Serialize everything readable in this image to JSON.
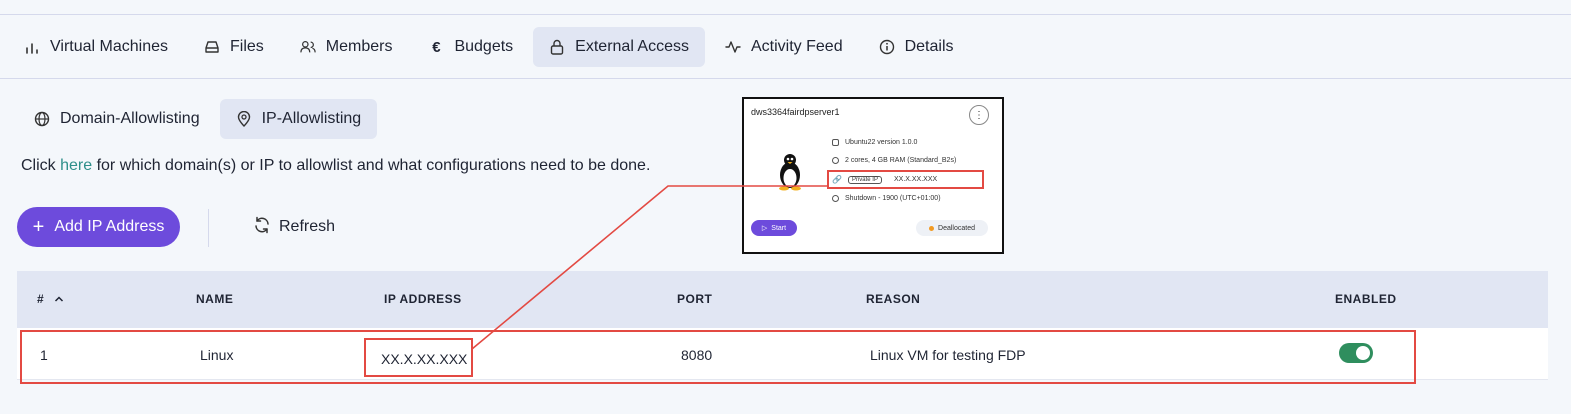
{
  "tabs": [
    {
      "label": "Virtual Machines",
      "icon": "bar-chart-icon",
      "active": false
    },
    {
      "label": "Files",
      "icon": "drive-icon",
      "active": false
    },
    {
      "label": "Members",
      "icon": "users-icon",
      "active": false
    },
    {
      "label": "Budgets",
      "icon": "euro-icon",
      "active": false
    },
    {
      "label": "External Access",
      "icon": "lock-icon",
      "active": true
    },
    {
      "label": "Activity Feed",
      "icon": "activity-icon",
      "active": false
    },
    {
      "label": "Details",
      "icon": "info-icon",
      "active": false
    }
  ],
  "subtabs": [
    {
      "label": "Domain-Allowlisting",
      "icon": "globe-icon",
      "active": false
    },
    {
      "label": "IP-Allowlisting",
      "icon": "location-pin-icon",
      "active": true
    }
  ],
  "info": {
    "prefix": "Click ",
    "link": "here",
    "suffix": " for which domain(s) or IP to allowlist and what configurations need to be done."
  },
  "actions": {
    "add_label": "Add IP Address",
    "refresh_label": "Refresh"
  },
  "vm_preview": {
    "name": "dws3364fairdpserver1",
    "os": "Ubuntu22 version 1.0.0",
    "specs": "2 cores, 4 GB RAM (Standard_B2s)",
    "private_ip_label": "Private IP",
    "private_ip": "XX.X.XX.XXX",
    "shutdown": "Shutdown - 1900 (UTC+01:00)",
    "start_label": "Start",
    "status": "Deallocated"
  },
  "table": {
    "headers": {
      "index": "#",
      "name": "NAME",
      "ip": "IP ADDRESS",
      "port": "PORT",
      "reason": "REASON",
      "enabled": "ENABLED"
    },
    "rows": [
      {
        "index": "1",
        "name": "Linux",
        "ip": "XX.X.XX.XXX",
        "port": "8080",
        "reason": "Linux VM for testing FDP",
        "enabled": true
      }
    ]
  },
  "colors": {
    "accent": "#6d4bdc",
    "link": "#2e8f8a",
    "toggle_on": "#2f8e5e",
    "highlight": "#e34a43"
  }
}
